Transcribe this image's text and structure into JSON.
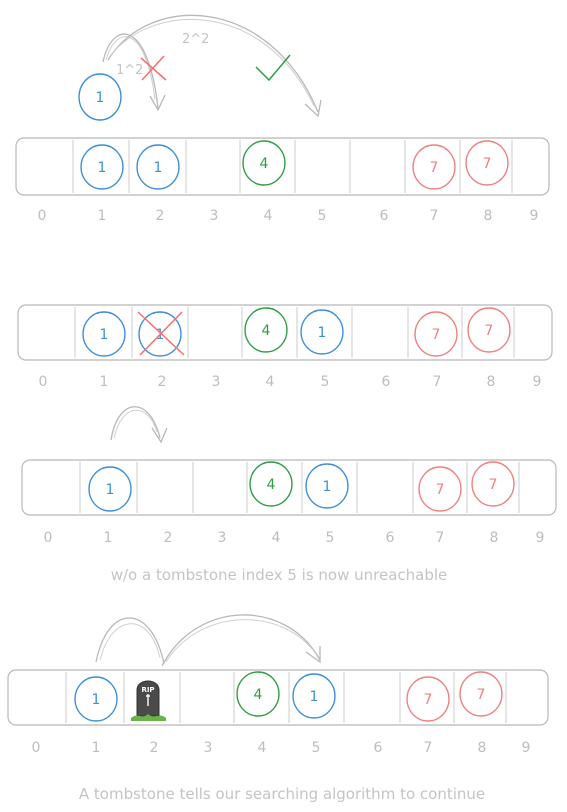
{
  "colors": {
    "stroke": "#b8b8b8",
    "divider": "#cfcfcf",
    "index_text": "#bdbdbd",
    "caption": "#c4c4c4",
    "blue": "#3d8fdb",
    "green": "#2f9e44",
    "red": "#f08080",
    "red_cross": "#ff6b6b"
  },
  "top_annotations": {
    "probe_1": "1^2",
    "probe_2": "2^2",
    "fail_mark": "x-mark",
    "success_mark": "check-mark"
  },
  "incoming_key": "1",
  "diagram_1": {
    "cells": [
      "",
      "1",
      "1",
      "",
      "4",
      "",
      "",
      "7",
      "7",
      ""
    ],
    "indices": [
      "0",
      "1",
      "2",
      "3",
      "4",
      "5",
      "6",
      "7",
      "8",
      "9"
    ]
  },
  "diagram_2": {
    "cells": [
      "",
      "1",
      "1",
      "",
      "4",
      "1",
      "",
      "7",
      "7",
      ""
    ],
    "deleted_index": 2,
    "indices": [
      "0",
      "1",
      "2",
      "3",
      "4",
      "5",
      "6",
      "7",
      "8",
      "9"
    ]
  },
  "diagram_3": {
    "cells": [
      "",
      "1",
      "",
      "",
      "4",
      "1",
      "",
      "7",
      "7",
      ""
    ],
    "indices": [
      "0",
      "1",
      "2",
      "3",
      "4",
      "5",
      "6",
      "7",
      "8",
      "9"
    ],
    "caption": "w/o a tombstone index 5 is now unreachable"
  },
  "diagram_4": {
    "cells": [
      "",
      "1",
      "tombstone",
      "",
      "4",
      "1",
      "",
      "7",
      "7",
      ""
    ],
    "tombstone_text": "RIP",
    "indices": [
      "0",
      "1",
      "2",
      "3",
      "4",
      "5",
      "6",
      "7",
      "8",
      "9"
    ],
    "caption": "A tombstone tells our searching algorithm to continue"
  }
}
